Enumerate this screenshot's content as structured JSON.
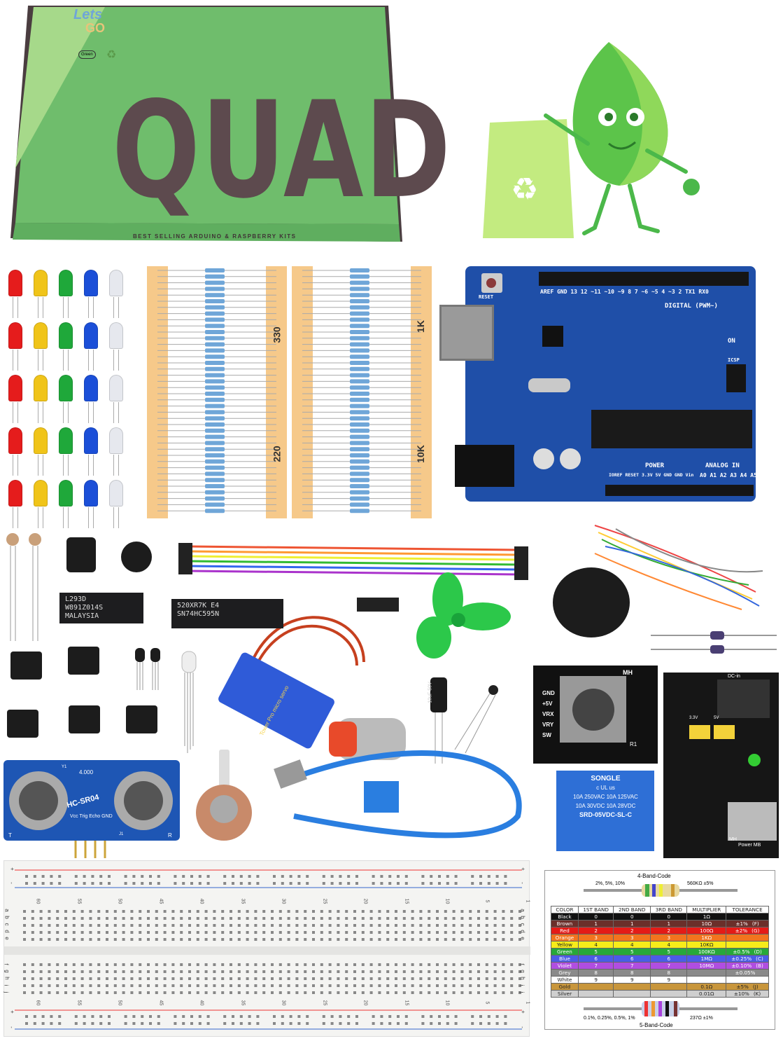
{
  "box": {
    "title": "QUAD",
    "tagline": "BEST SELLING ARDUINO & RASPBERRY KITS",
    "logo_line1": "Lets",
    "logo_line2": "GO",
    "badge": "Green",
    "color": "#6dbb6a",
    "print_color": "#5d4a4e"
  },
  "led_colors": [
    "#e51c1c",
    "#f0c419",
    "#1fa83a",
    "#1b4fd8",
    "#e6e8ee"
  ],
  "resistors": {
    "strip_a": {
      "top_label": "330",
      "bottom_label": "220"
    },
    "strip_b": {
      "top_label": "1K",
      "bottom_label": "10K"
    }
  },
  "arduino": {
    "digital_label": "DIGITAL (PWM~)",
    "pins_top": "AREF GND 13 12 ~11 ~10 ~9 8  7 ~6 ~5 4 ~3 2 TX1 RX0",
    "power_label": "POWER",
    "analog_label": "ANALOG IN",
    "pins_power": "IOREF RESET 3.3V 5V GND GND Vin",
    "pins_analog": "A0 A1 A2 A3 A4 A5",
    "on_label": "ON",
    "icsp_label": "ICSP",
    "reset_label": "RESET",
    "board_color": "#1f4fa8"
  },
  "chips": {
    "driver": {
      "lines": [
        "L293D",
        "W891Z014S",
        "MALAYSIA"
      ]
    },
    "shift": {
      "lines": [
        "520XR7K E4",
        "SN74HC595N"
      ]
    }
  },
  "servo": {
    "label": "Tower Pro micro servo"
  },
  "capacitor": {
    "label": "10uF 50V"
  },
  "ultrasonic": {
    "model": "HC-SR04",
    "crystal": "4.000",
    "pins": "Vcc Trig Echo GND",
    "t": "T",
    "r": "R",
    "y1": "Y1",
    "j1": "J1"
  },
  "joystick": {
    "brand": "MH",
    "pins": [
      "GND",
      "+5V",
      "VRX",
      "VRY",
      "SW"
    ],
    "r1": "R1"
  },
  "relay": {
    "brand": "SONGLE",
    "line1": "10A 250VAC  10A 125VAC",
    "line2": "10A 30VDC   10A 28VDC",
    "model": "SRD-05VDC-SL-C",
    "cert": "c UL us"
  },
  "power_module": {
    "dc_in": "DC-in",
    "v33": "3.3V",
    "v5": "5V",
    "brand": "MH",
    "name": "Power MB"
  },
  "breadboard": {
    "numbers": [
      "60",
      "55",
      "50",
      "45",
      "40",
      "35",
      "30",
      "25",
      "20",
      "15",
      "10",
      "5",
      "1"
    ],
    "letters_top": [
      "a",
      "b",
      "c",
      "d",
      "e"
    ],
    "letters_bottom": [
      "f",
      "g",
      "h",
      "i",
      "j"
    ],
    "plus": "+",
    "minus": "-"
  },
  "color_code": {
    "four_band_title": "4-Band-Code",
    "four_band_left": "2%, 5%, 10%",
    "four_band_right": "560KΩ ±5%",
    "five_band_title": "5-Band-Code",
    "five_band_left": "0.1%, 0.25%, 0.5%, 1%",
    "five_band_right": "237Ω ±1%",
    "headers": [
      "COLOR",
      "1ST BAND",
      "2ND BAND",
      "3RD BAND",
      "MULTIPLIER",
      "TOLERANCE"
    ],
    "rows": [
      {
        "name": "Black",
        "b1": "0",
        "b2": "0",
        "b3": "0",
        "mult": "1Ω",
        "tol": "",
        "code": "",
        "color": "#111111"
      },
      {
        "name": "Brown",
        "b1": "1",
        "b2": "1",
        "b3": "1",
        "mult": "10Ω",
        "tol": "±1%",
        "code": "(F)",
        "color": "#6b2f2a"
      },
      {
        "name": "Red",
        "b1": "2",
        "b2": "2",
        "b3": "2",
        "mult": "100Ω",
        "tol": "±2%",
        "code": "(G)",
        "color": "#e41b17"
      },
      {
        "name": "Orange",
        "b1": "3",
        "b2": "3",
        "b3": "3",
        "mult": "1KΩ",
        "tol": "",
        "code": "",
        "color": "#f2741e"
      },
      {
        "name": "Yellow",
        "b1": "4",
        "b2": "4",
        "b3": "4",
        "mult": "10KΩ",
        "tol": "",
        "code": "",
        "color": "#f6ec1a"
      },
      {
        "name": "Green",
        "b1": "5",
        "b2": "5",
        "b3": "5",
        "mult": "100KΩ",
        "tol": "±0.5%",
        "code": "(D)",
        "color": "#27a83a"
      },
      {
        "name": "Blue",
        "b1": "6",
        "b2": "6",
        "b3": "6",
        "mult": "1MΩ",
        "tol": "±0.25%",
        "code": "(C)",
        "color": "#4b5ce6"
      },
      {
        "name": "Violet",
        "b1": "7",
        "b2": "7",
        "b3": "7",
        "mult": "10MΩ",
        "tol": "±0.10%",
        "code": "(B)",
        "color": "#b04ee0"
      },
      {
        "name": "Grey",
        "b1": "8",
        "b2": "8",
        "b3": "8",
        "mult": "",
        "tol": "±0.05%",
        "code": "",
        "color": "#8a8a8a"
      },
      {
        "name": "White",
        "b1": "9",
        "b2": "9",
        "b3": "9",
        "mult": "",
        "tol": "",
        "code": "",
        "color": "#ffffff"
      },
      {
        "name": "Gold",
        "b1": "",
        "b2": "",
        "b3": "",
        "mult": "0.1Ω",
        "tol": "±5%",
        "code": "(J)",
        "color": "#c8963c"
      },
      {
        "name": "Silver",
        "b1": "",
        "b2": "",
        "b3": "",
        "mult": "0.01Ω",
        "tol": "±10%",
        "code": "(K)",
        "color": "#cfcfcf"
      }
    ]
  }
}
